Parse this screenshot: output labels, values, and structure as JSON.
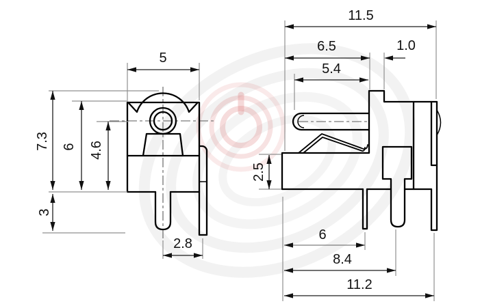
{
  "drawing": {
    "front_view": {
      "width": "5",
      "total_height": "7.3",
      "shoulder_height": "6",
      "center_height": "4.6",
      "pin_length": "3",
      "pin_pitch": "2.8"
    },
    "side_view": {
      "total_width": "11.5",
      "front_depth": "6.5",
      "flange_thickness": "1.0",
      "barrel_length": "5.4",
      "base_height": "2.5",
      "pin1_offset": "6",
      "pin2_offset": "8.4",
      "pin3_offset": "11.2"
    },
    "colors": {
      "outline": "#000000",
      "dimension_line": "#1c1c1c",
      "extension_line": "#8f8f8f",
      "centerline": "#5a5a5a",
      "watermark_pink": "#d96c6c",
      "watermark_gray": "#9a9a9a"
    }
  }
}
